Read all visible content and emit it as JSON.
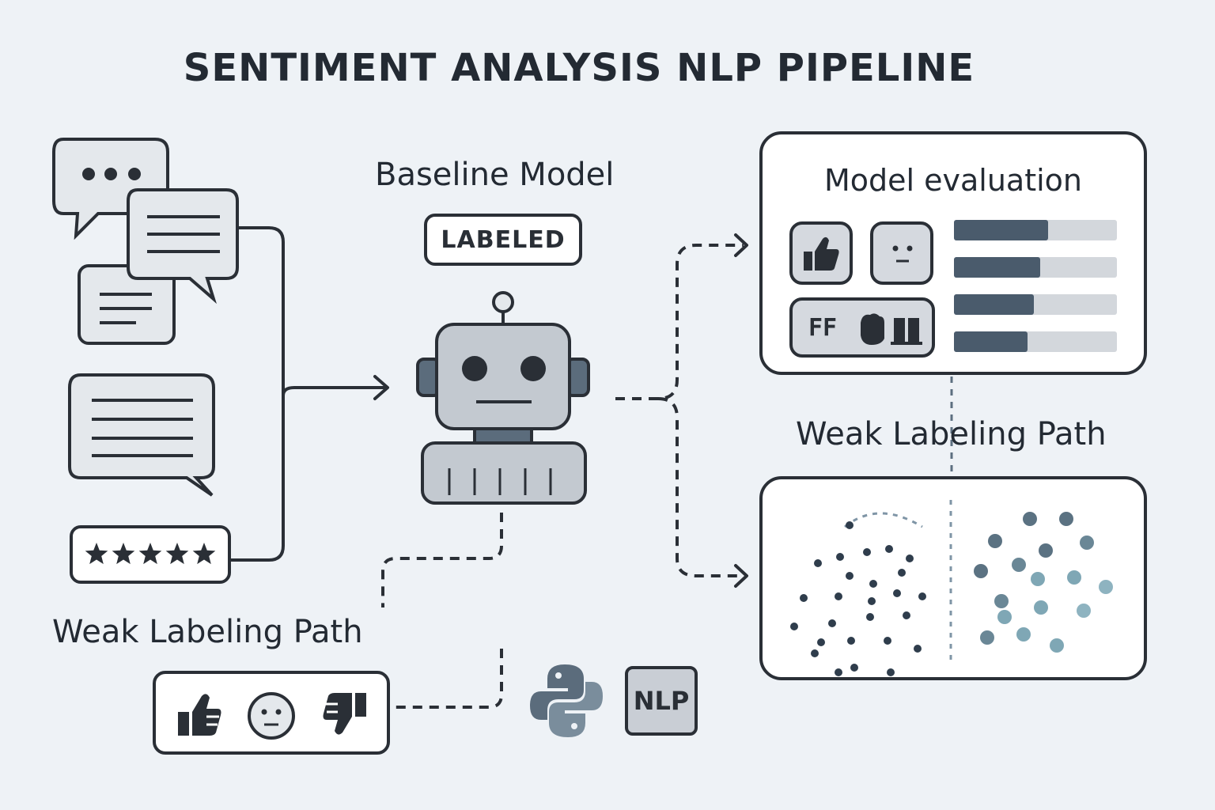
{
  "title": "SENTIMENT ANALYSIS NLP PIPELINE",
  "baseline": {
    "label": "Baseline Model",
    "badge": "LABELED"
  },
  "weak_labeling_left": {
    "label": "Weak Labeling Path",
    "sentiments": [
      "thumbs-up-icon",
      "neutral-face-icon",
      "thumbs-down-icon"
    ]
  },
  "weak_labeling_right": {
    "label": "Weak Labeling Path"
  },
  "evaluation": {
    "title": "Model evaluation",
    "icon_text": "FF",
    "bar_levels": [
      0.58,
      0.53,
      0.49,
      0.45
    ],
    "icons": [
      "thumbs-up-icon",
      "neutral-face-icon",
      "emoji-strip-icon"
    ]
  },
  "inputs": {
    "icons": [
      "chat-typing-icon",
      "chat-lines-icon",
      "chat-lines-icon",
      "chat-lines-icon",
      "star-rating-icon"
    ],
    "stars": 5
  },
  "tools": {
    "nlp_badge": "NLP",
    "icons": [
      "python-logo-icon",
      "nlp-badge"
    ]
  },
  "colors": {
    "background": "#eef2f6",
    "stroke": "#2a2f36",
    "accent": "#4a5b6c",
    "dot_teal": "#7fa7b5"
  }
}
